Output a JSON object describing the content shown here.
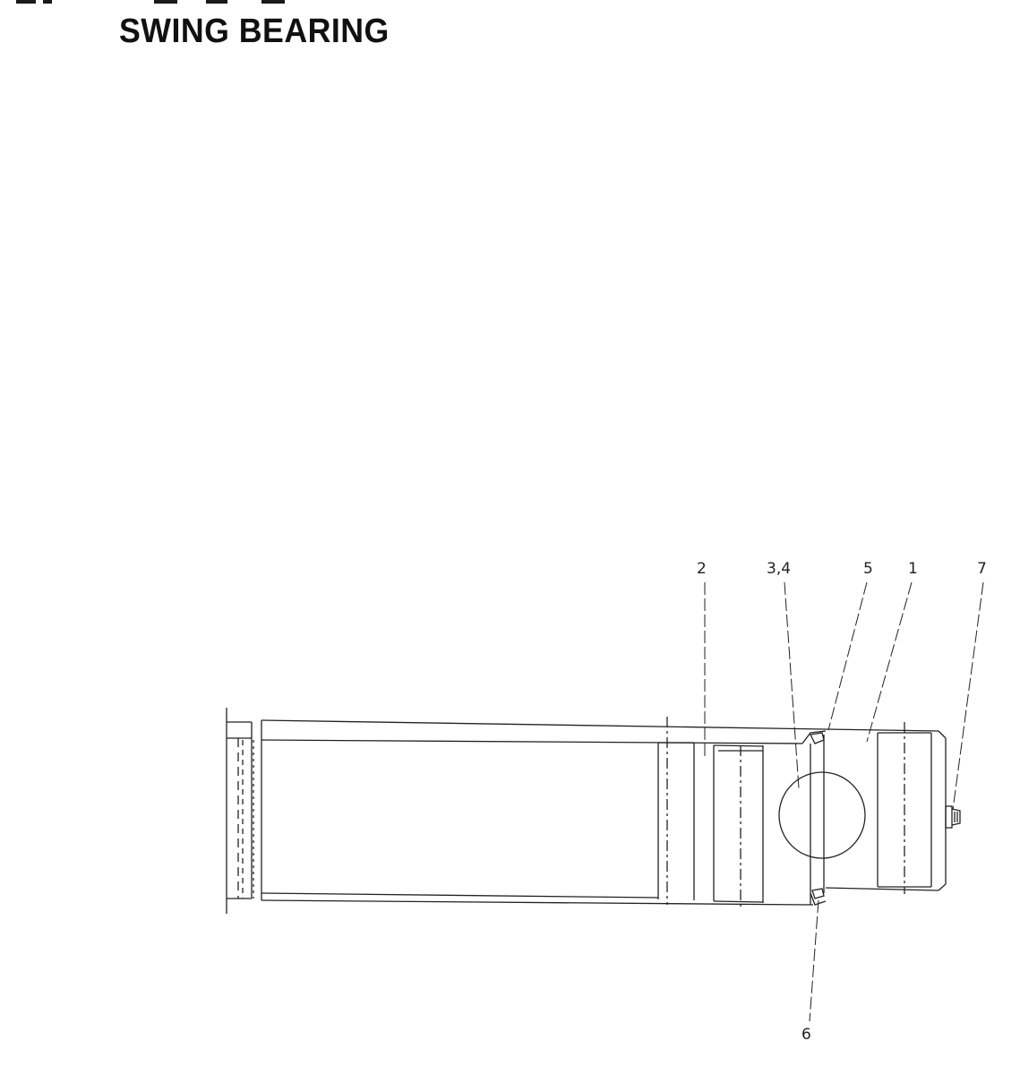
{
  "title": "SWING BEARING",
  "callouts": [
    {
      "id": "c2",
      "label": "2"
    },
    {
      "id": "c34",
      "label": "3,4"
    },
    {
      "id": "c5",
      "label": "5"
    },
    {
      "id": "c1",
      "label": "1"
    },
    {
      "id": "c7",
      "label": "7"
    },
    {
      "id": "c6",
      "label": "6"
    }
  ],
  "colors": {
    "ink": "#222222",
    "paper": "#ffffff"
  }
}
